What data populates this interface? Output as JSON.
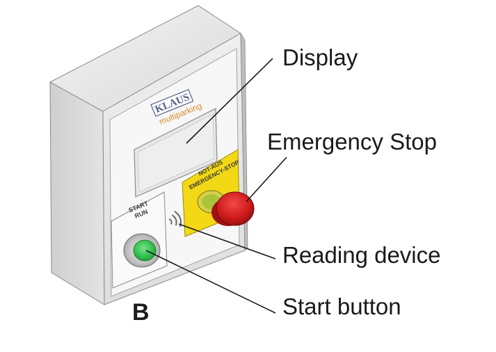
{
  "figure": {
    "panel_letter": "B",
    "device": {
      "brand_logo": "KLAUS",
      "brand_subtitle": "multiparking",
      "start_label_line1": "START",
      "start_label_line2": "RUN",
      "estop_label_line1": "NOT-AUS",
      "estop_label_line2": "EMERGENCY-STOP",
      "reader_icon": "contactless-icon"
    },
    "callouts": {
      "display": "Display",
      "emergency_stop": "Emergency Stop",
      "reading_device": "Reading device",
      "start_button": "Start button"
    },
    "colors": {
      "housing": "#dcdcdc",
      "housing_side": "#c4c4c4",
      "housing_top": "#ededed",
      "faceplate": "#f6f6f6",
      "display_screen": "#e9e9e9",
      "estop_plate": "#f2d815",
      "estop_red": "#d21c1c",
      "start_green": "#2fbf4a",
      "logo_blue": "#4f5f86",
      "logo_orange": "#d98a2b"
    }
  }
}
